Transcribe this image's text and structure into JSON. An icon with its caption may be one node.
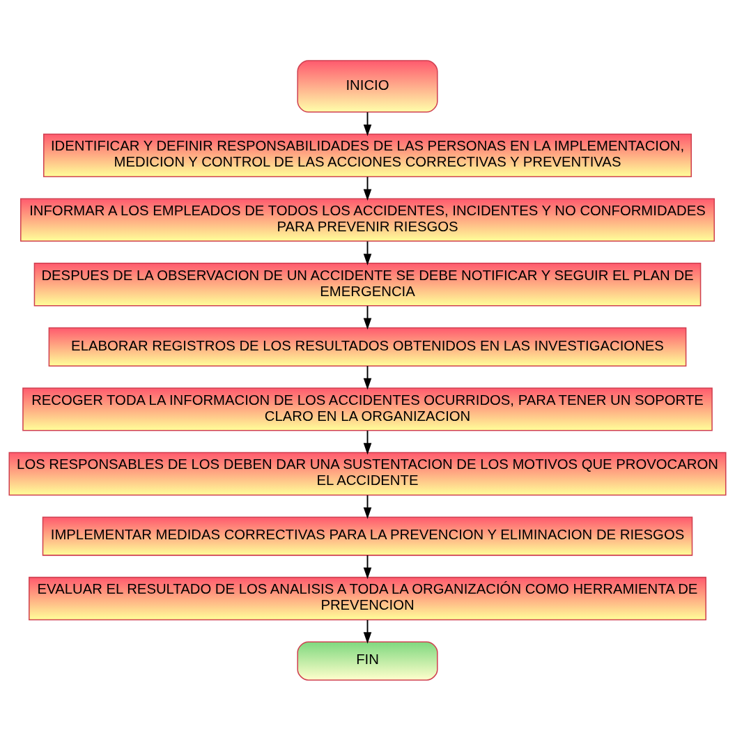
{
  "diagram": {
    "nodes": [
      {
        "text": [
          "INICIO"
        ]
      },
      {
        "text": [
          "IDENTIFICAR Y DEFINIR RESPONSABILIDADES DE LAS PERSONAS EN LA IMPLEMENTACION, MEDICION Y CONTROL DE LAS ACCIONES CORRECTIVAS Y PREVENTIVAS"
        ]
      },
      {
        "text": [
          "INFORMAR A LOS EMPLEADOS DE TODOS LOS ACCIDENTES, INCIDENTES Y NO CONFORMIDADES PARA PREVENIR RIESGOS"
        ]
      },
      {
        "text": [
          "DESPUES DE LA OBSERVACION DE UN ACCIDENTE SE DEBE NOTIFICAR Y SEGUIR EL PLAN DE EMERGENCIA"
        ]
      },
      {
        "text": [
          "ELABORAR REGISTROS DE LOS RESULTADOS OBTENIDOS EN LAS INVESTIGACIONES"
        ]
      },
      {
        "text": [
          "RECOGER TODA LA INFORMACION DE LOS ACCIDENTES OCURRIDOS, PARA TENER UN SOPORTE CLARO EN LA ORGANIZACION"
        ]
      },
      {
        "text": [
          "LOS RESPONSABLES DE LOS DEBEN DAR UNA SUSTENTACION DE LOS MOTIVOS QUE PROVOCARON EL ACCIDENTE"
        ]
      },
      {
        "text": [
          "IMPLEMENTAR MEDIDAS CORRECTIVAS PARA LA PREVENCION Y ELIMINACION DE RIESGOS"
        ]
      },
      {
        "text": [
          "EVALUAR EL RESULTADO DE LOS ANALISIS A TODA LA ORGANIZACIÓN COMO HERRAMIENTA DE PREVENCION"
        ]
      },
      {
        "text": [
          "FIN"
        ]
      }
    ],
    "edges": [
      {
        "from": 0,
        "to": 1,
        "arrow": "to"
      },
      {
        "from": 1,
        "to": 2,
        "arrow": "to"
      },
      {
        "from": 2,
        "to": 3,
        "arrow": "to"
      },
      {
        "from": 3,
        "to": 4,
        "arrow": "to"
      },
      {
        "from": 4,
        "to": 5,
        "arrow": "to"
      },
      {
        "from": 5,
        "to": 6,
        "arrow": "to"
      },
      {
        "from": 6,
        "to": 7,
        "arrow": "to"
      },
      {
        "from": 7,
        "to": 8,
        "arrow": "to"
      },
      {
        "from": 8,
        "to": 9,
        "arrow": "to"
      }
    ]
  }
}
